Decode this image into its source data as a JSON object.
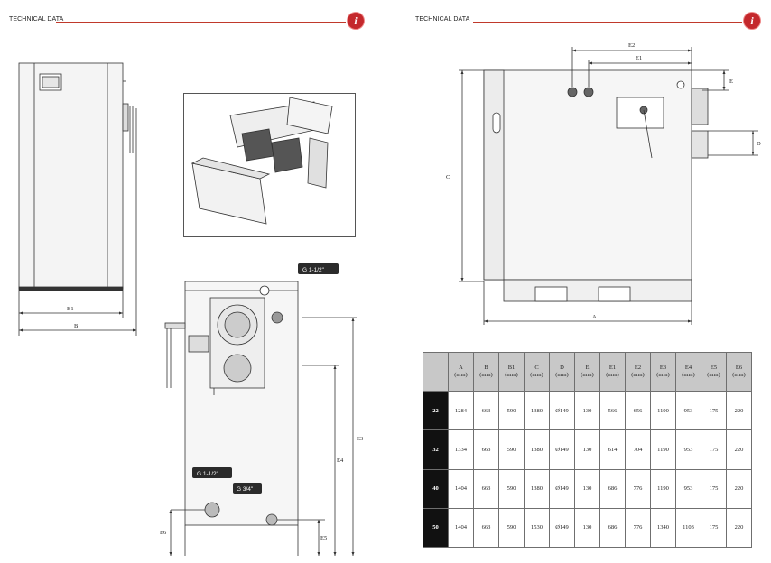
{
  "header_left": {
    "title": "TECHNICAL DATA",
    "icon": "info-icon"
  },
  "header_right": {
    "title": "TECHNICAL DATA",
    "icon": "info-icon"
  },
  "front_view": {
    "dim_b1": "B1",
    "dim_b": "B"
  },
  "rear_view": {
    "callout_top": "G 1-1/2\"",
    "callout_bottom_left": "G 1-1/2\"",
    "callout_bottom_right": "G 3/4\"",
    "dim_e3": "E3",
    "dim_e4": "E4",
    "dim_e5": "E5",
    "dim_e6": "E6"
  },
  "side_view": {
    "dim_a": "A",
    "dim_c": "C",
    "dim_d": "D",
    "dim_e": "E",
    "dim_e1": "E1",
    "dim_e2": "E2"
  },
  "table": {
    "columns": [
      {
        "name": "A",
        "unit": "(mm)"
      },
      {
        "name": "B",
        "unit": "(mm)"
      },
      {
        "name": "B1",
        "unit": "(mm)"
      },
      {
        "name": "C",
        "unit": "(mm)"
      },
      {
        "name": "D",
        "unit": "(mm)"
      },
      {
        "name": "E",
        "unit": "(mm)"
      },
      {
        "name": "E1",
        "unit": "(mm)"
      },
      {
        "name": "E2",
        "unit": "(mm)"
      },
      {
        "name": "E3",
        "unit": "(mm)"
      },
      {
        "name": "E4",
        "unit": "(mm)"
      },
      {
        "name": "E5",
        "unit": "(mm)"
      },
      {
        "name": "E6",
        "unit": "(mm)"
      }
    ],
    "rows": [
      {
        "model": "22",
        "values": [
          "1284",
          "663",
          "590",
          "1380",
          "Ø149",
          "130",
          "566",
          "656",
          "1190",
          "953",
          "175",
          "220"
        ]
      },
      {
        "model": "32",
        "values": [
          "1334",
          "663",
          "590",
          "1380",
          "Ø149",
          "130",
          "614",
          "704",
          "1190",
          "953",
          "175",
          "220"
        ]
      },
      {
        "model": "40",
        "values": [
          "1404",
          "663",
          "590",
          "1380",
          "Ø149",
          "130",
          "686",
          "776",
          "1190",
          "953",
          "175",
          "220"
        ]
      },
      {
        "model": "50",
        "values": [
          "1404",
          "663",
          "590",
          "1530",
          "Ø149",
          "130",
          "686",
          "776",
          "1340",
          "1103",
          "175",
          "220"
        ]
      }
    ]
  }
}
